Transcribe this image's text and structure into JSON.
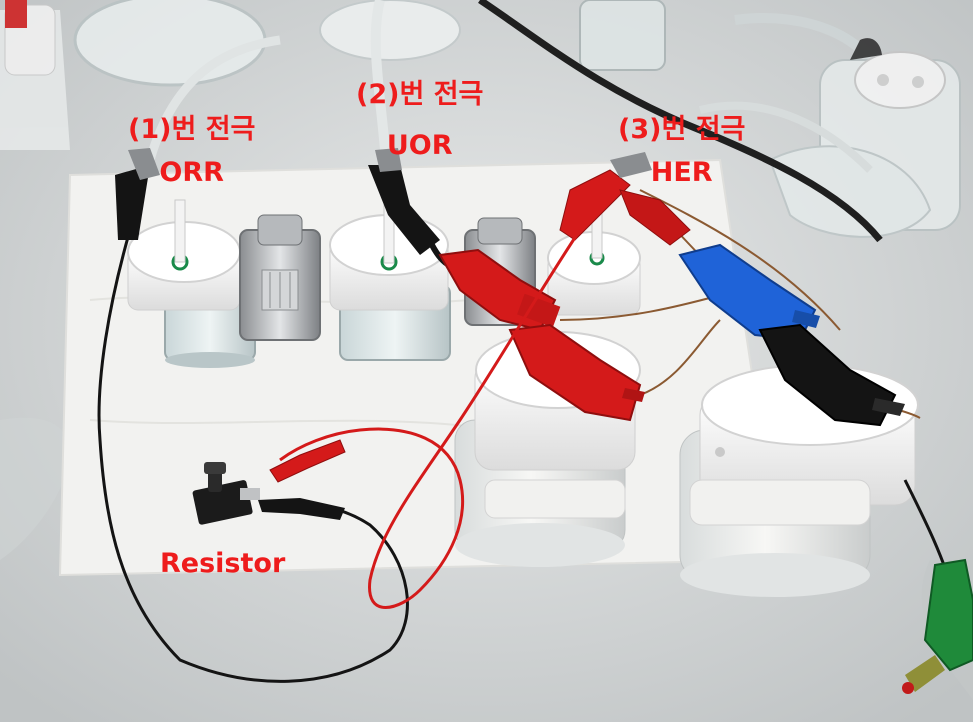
{
  "labels": {
    "electrode1": {
      "title": "(1)번 전극",
      "reaction": "ORR"
    },
    "electrode2": {
      "title": "(2)번 전극",
      "reaction": "UOR"
    },
    "electrode3": {
      "title": "(3)번 전극",
      "reaction": "HER"
    },
    "resistor": "Resistor"
  },
  "colors": {
    "label_red": "#ee1c1c",
    "lead_red": "#d41a1a",
    "lead_black": "#141414",
    "lead_blue": "#1f63d8",
    "lead_green": "#1f8a3a",
    "cap_white": "#f4f4f2",
    "electrode_ring": "#1a8a4a"
  }
}
